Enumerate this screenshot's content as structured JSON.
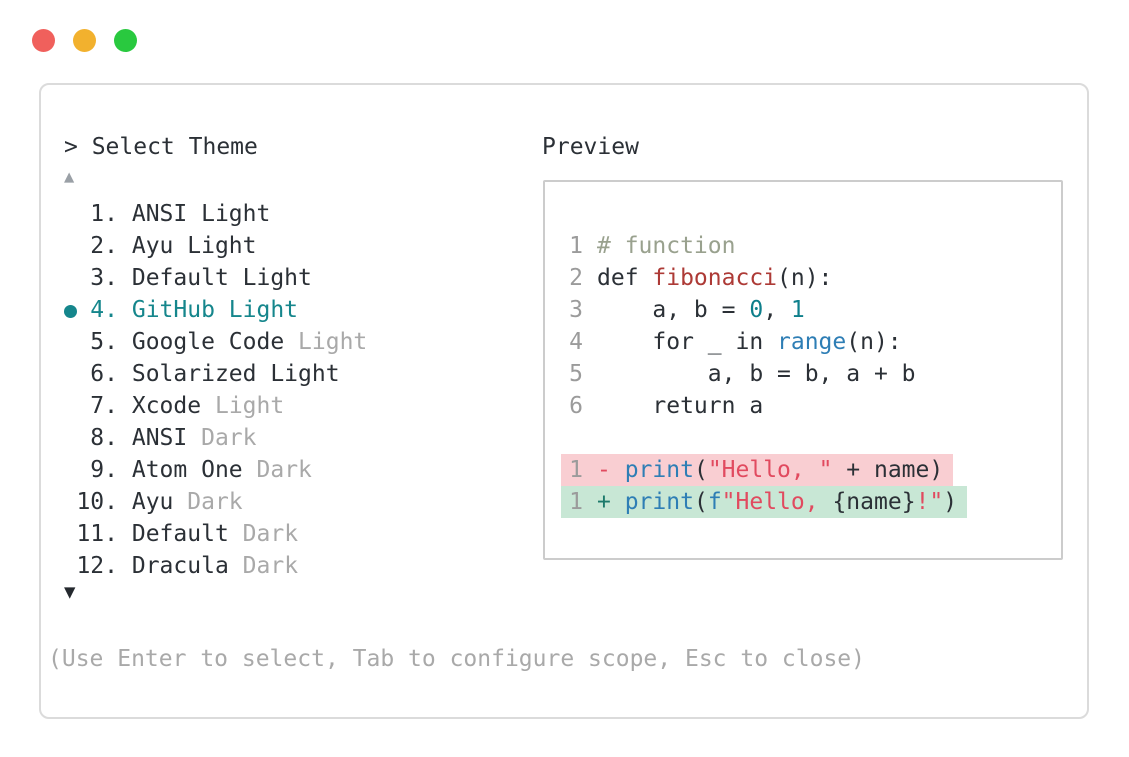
{
  "colors": {
    "text": "#2b3036",
    "muted": "#a9a9a9",
    "line-number": "#9b9b9b",
    "accent": "#15868c",
    "func": "#ad3a36",
    "builtin": "#2e7eb5",
    "num": "#0e7f8b",
    "string": "#e14a5f",
    "plus": "#1d7a6b",
    "comment": "#99a18e",
    "del-bg": "#f9ced2",
    "add-bg": "#c8e7d5",
    "panel-border": "#dbdbdb",
    "preview-border": "#cccccc",
    "scroll-up": "#9aa0a6",
    "scroll-down": "#24292e"
  },
  "window_controls": {
    "close": "#f0605c",
    "minimize": "#f2b12e",
    "zoom": "#29c93f"
  },
  "selector": {
    "prompt": "> Select Theme",
    "scroll_up": "▲",
    "scroll_down": "▼",
    "hint": "(Use Enter to select, Tab to configure scope, Esc to close)",
    "items": [
      {
        "number": "1.",
        "name": "ANSI Light",
        "muted": "",
        "selected": false
      },
      {
        "number": "2.",
        "name": "Ayu Light",
        "muted": "",
        "selected": false
      },
      {
        "number": "3.",
        "name": "Default Light",
        "muted": "",
        "selected": false
      },
      {
        "number": "4.",
        "name": "GitHub Light",
        "muted": "",
        "selected": true
      },
      {
        "number": "5.",
        "name": "Google Code",
        "muted": "Light",
        "selected": false
      },
      {
        "number": "6.",
        "name": "Solarized Light",
        "muted": "",
        "selected": false
      },
      {
        "number": "7.",
        "name": "Xcode",
        "muted": "Light",
        "selected": false
      },
      {
        "number": "8.",
        "name": "ANSI",
        "muted": "Dark",
        "selected": false
      },
      {
        "number": "9.",
        "name": "Atom One",
        "muted": "Dark",
        "selected": false
      },
      {
        "number": "10.",
        "name": "Ayu",
        "muted": "Dark",
        "selected": false
      },
      {
        "number": "11.",
        "name": "Default",
        "muted": "Dark",
        "selected": false
      },
      {
        "number": "12.",
        "name": "Dracula",
        "muted": "Dark",
        "selected": false
      }
    ]
  },
  "preview": {
    "label": "Preview",
    "code_lines": [
      {
        "ln": "1",
        "diff": null,
        "tokens": [
          [
            "# function",
            "comment"
          ]
        ]
      },
      {
        "ln": "2",
        "diff": null,
        "tokens": [
          [
            "def ",
            "plain"
          ],
          [
            "fibonacci",
            "function"
          ],
          [
            "(n):",
            "plain"
          ]
        ]
      },
      {
        "ln": "3",
        "diff": null,
        "tokens": [
          [
            "    a, b = ",
            "plain"
          ],
          [
            "0",
            "number"
          ],
          [
            ", ",
            "plain"
          ],
          [
            "1",
            "number"
          ]
        ]
      },
      {
        "ln": "4",
        "diff": null,
        "tokens": [
          [
            "    for _ in ",
            "plain"
          ],
          [
            "range",
            "builtin"
          ],
          [
            "(n):",
            "plain"
          ]
        ]
      },
      {
        "ln": "5",
        "diff": null,
        "tokens": [
          [
            "        a, b = b, a + b",
            "plain"
          ]
        ]
      },
      {
        "ln": "6",
        "diff": null,
        "tokens": [
          [
            "    return a",
            "plain"
          ]
        ]
      },
      {
        "ln": "",
        "diff": null,
        "tokens": []
      },
      {
        "ln": "1",
        "diff": "del",
        "tokens": [
          [
            "- ",
            "diff-minus"
          ],
          [
            "print",
            "builtin"
          ],
          [
            "(",
            "plain"
          ],
          [
            "\"Hello, \"",
            "string"
          ],
          [
            " + name)",
            "plain"
          ]
        ]
      },
      {
        "ln": "1",
        "diff": "add",
        "tokens": [
          [
            "+ ",
            "diff-plus"
          ],
          [
            "print",
            "builtin"
          ],
          [
            "(",
            "plain"
          ],
          [
            "f",
            "builtin"
          ],
          [
            "\"Hello, ",
            "string"
          ],
          [
            "{name}",
            "plain"
          ],
          [
            "!\"",
            "string"
          ],
          [
            ")",
            "plain"
          ]
        ]
      }
    ]
  }
}
